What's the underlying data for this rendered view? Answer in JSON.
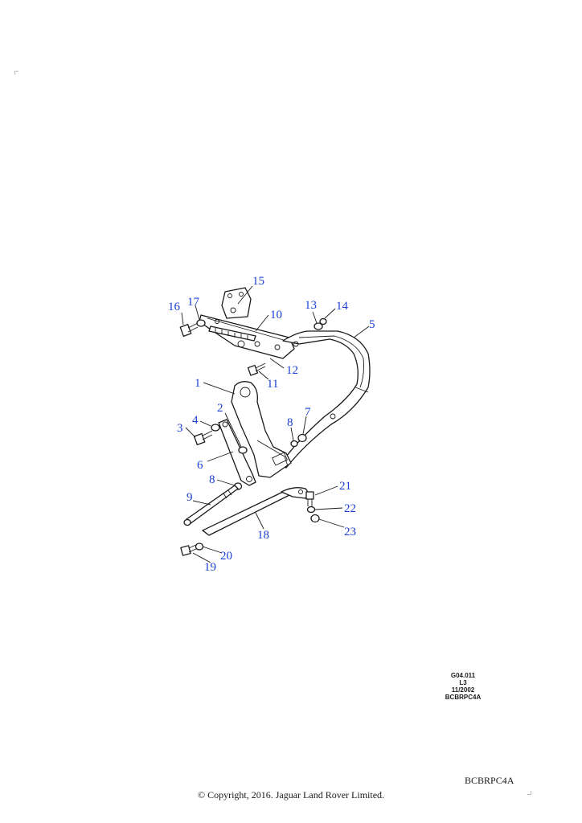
{
  "diagram": {
    "callouts": [
      {
        "id": "1",
        "label": "1"
      },
      {
        "id": "2",
        "label": "2"
      },
      {
        "id": "3",
        "label": "3"
      },
      {
        "id": "4",
        "label": "4"
      },
      {
        "id": "5",
        "label": "5"
      },
      {
        "id": "6",
        "label": "6"
      },
      {
        "id": "7",
        "label": "7"
      },
      {
        "id": "8a",
        "label": "8"
      },
      {
        "id": "8b",
        "label": "8"
      },
      {
        "id": "9",
        "label": "9"
      },
      {
        "id": "10",
        "label": "10"
      },
      {
        "id": "11",
        "label": "11"
      },
      {
        "id": "12",
        "label": "12"
      },
      {
        "id": "13",
        "label": "13"
      },
      {
        "id": "14",
        "label": "14"
      },
      {
        "id": "15",
        "label": "15"
      },
      {
        "id": "16",
        "label": "16"
      },
      {
        "id": "17",
        "label": "17"
      },
      {
        "id": "18",
        "label": "18"
      },
      {
        "id": "19",
        "label": "19"
      },
      {
        "id": "20",
        "label": "20"
      },
      {
        "id": "21",
        "label": "21"
      },
      {
        "id": "22",
        "label": "22"
      },
      {
        "id": "23",
        "label": "23"
      }
    ],
    "callout_color": "#1a3fd6",
    "line_color": "#1a1a1a"
  },
  "reference": {
    "line1": "G04.011",
    "line2": "L3",
    "line3": "11/2002",
    "line4": "BCBRPC4A"
  },
  "image_code": "BCBRPC4A",
  "copyright": "© Copyright, 2016. Jaguar Land Rover Limited."
}
